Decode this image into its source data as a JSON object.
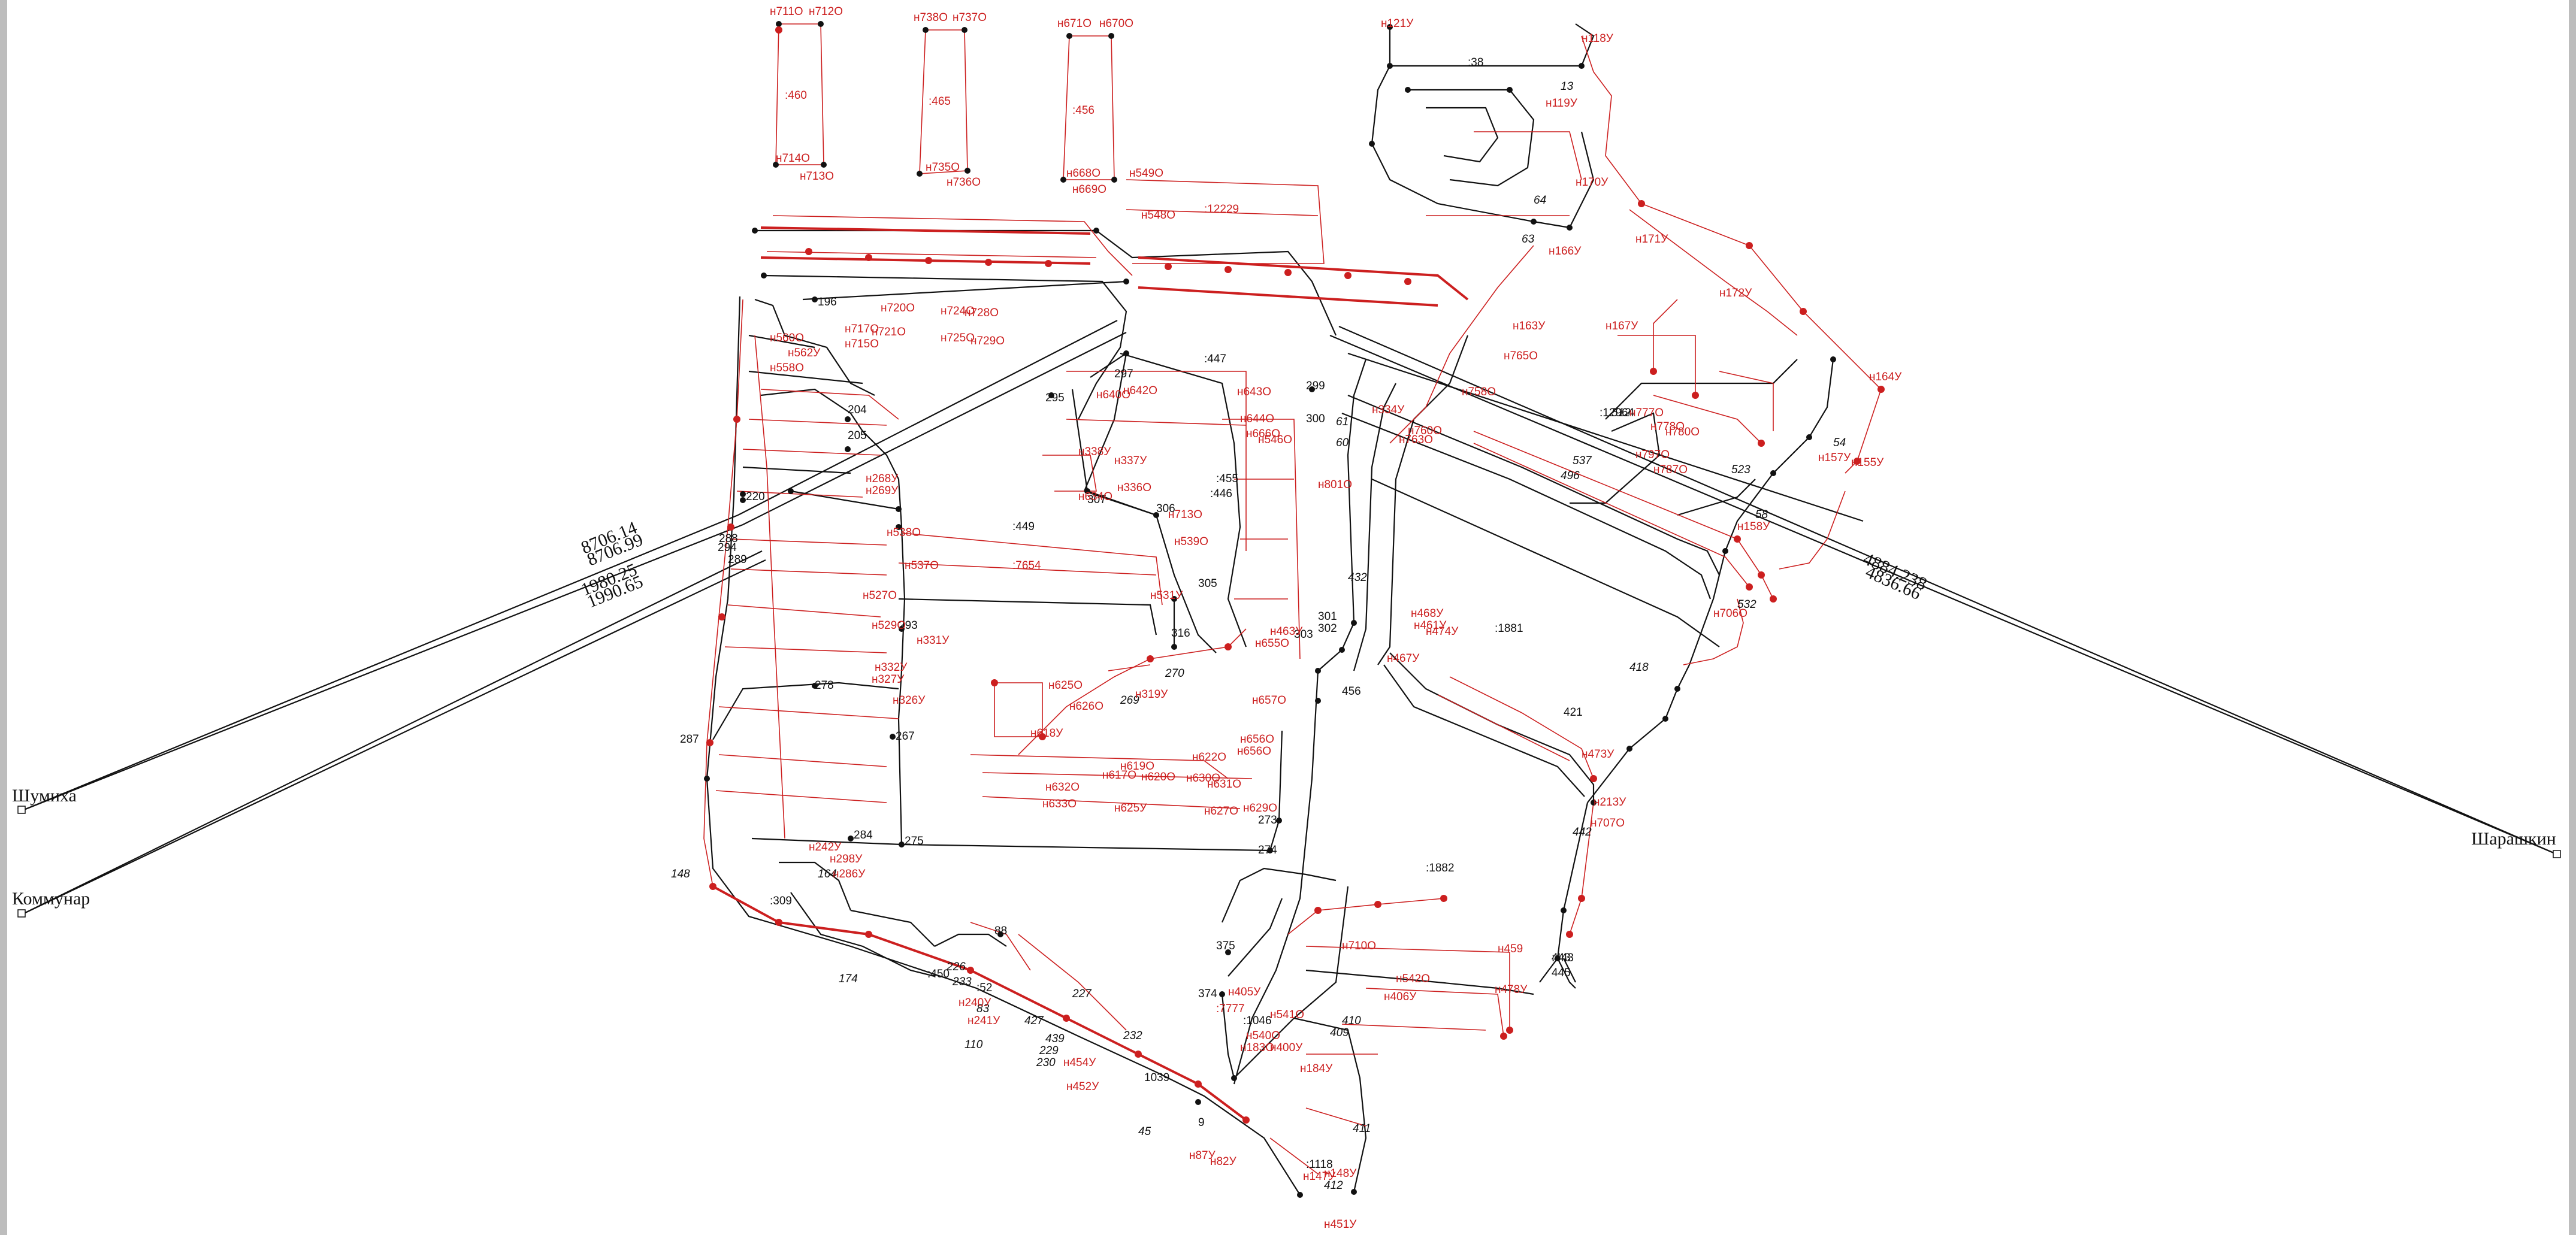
{
  "map": {
    "places": [
      {
        "id": "shumikha",
        "label": "Шумиха"
      },
      {
        "id": "kommunar",
        "label": "Коммунар"
      },
      {
        "id": "sharashkin",
        "label": "Шарашкин"
      }
    ],
    "distances_left": [
      "8706.14",
      "8706.99",
      "1980.25",
      "1990.65"
    ],
    "distances_right": [
      "4884.238",
      "4836.66"
    ],
    "black_labels": [
      ":38",
      ":447",
      ":449",
      ":446",
      ":455",
      ":1881",
      ":1882",
      ":12964",
      ":443",
      ":309",
      ":52",
      ":450",
      ":1118",
      ":1046",
      "196",
      "204",
      "205",
      "220",
      "278",
      "293",
      "295",
      "297",
      "299",
      "305",
      "306",
      "307",
      "316",
      "273",
      "274",
      "275",
      "284",
      "287",
      "288",
      "289",
      "294",
      "267",
      "300",
      "302",
      "303",
      "301",
      "421",
      "443",
      "445",
      "375",
      "374",
      "88",
      "9",
      "456",
      "1039"
    ],
    "black_italic_labels": [
      "432",
      "13",
      "54",
      "58",
      "60",
      "61",
      "63",
      "64",
      "269",
      "270",
      "442",
      "418",
      "496",
      "512",
      "523",
      "532",
      "537",
      "148",
      "164",
      "174",
      "226",
      "227",
      "229",
      "230",
      "232",
      "233",
      "412",
      "411",
      "427",
      "439",
      "45",
      "83",
      "110",
      "409",
      "410"
    ],
    "red_labels": [
      "н711О",
      "н712О",
      "н738О",
      "н737О",
      "н671О",
      "н670О",
      "н714О",
      "н713О",
      "н735О",
      "н736О",
      "н668О",
      "н669О",
      "н549О",
      "н548О",
      ":12229",
      ":460",
      ":465",
      ":456",
      "н121У",
      "н118У",
      "н119У",
      "н171У",
      "н172У",
      "н164У",
      "н155У",
      "н157У",
      "н158У",
      "н163У",
      "н166У",
      "н167У",
      "н170У",
      "н720О",
      "н721О",
      "н717О",
      "н715О",
      "н724О",
      "н725О",
      "н728О",
      "н729О",
      "н560О",
      "н558О",
      "н562У",
      "н640О",
      "н642О",
      "н643О",
      "н644О",
      "н666О",
      "н546О",
      "н334У",
      "н763О",
      "н760О",
      "н758О",
      "н765О",
      "н777О",
      "н778О",
      "н780О",
      "н787О",
      "н797О",
      "н801О",
      "н713О",
      "н538О",
      "н537О",
      ":7654",
      "н539О",
      "н531У",
      "н337У",
      "н338У",
      "н634О",
      "н336О",
      "н268У",
      "н269У",
      "н527О",
      "н529О",
      "н331У",
      "н332У",
      "н327У",
      "н326У",
      "н319У",
      "н625О",
      "н626О",
      "н618У",
      "н617О",
      "н619О",
      "н620О",
      "н630О",
      "н631О",
      "н632О",
      "н633О",
      "н625У",
      "н627О",
      "н629О",
      "н622О",
      "н656О",
      "н656О",
      "н657О",
      "н655О",
      "н463У",
      "н467У",
      "н468У",
      "н461У",
      "н474У",
      "н473У",
      "н213У",
      "н707О",
      "н706О",
      "н710О",
      "н459",
      "н478У",
      "н542О",
      "н406У",
      "н405У",
      ":7777",
      "н541О",
      "н540О",
      "н400У",
      "н183О",
      "н184У",
      "н240У",
      "н241У",
      "н242У",
      "н298У",
      "н286У",
      "н452У",
      "н454У",
      "н451У",
      "н147У",
      "н148У",
      "н87У",
      "н82У"
    ]
  }
}
